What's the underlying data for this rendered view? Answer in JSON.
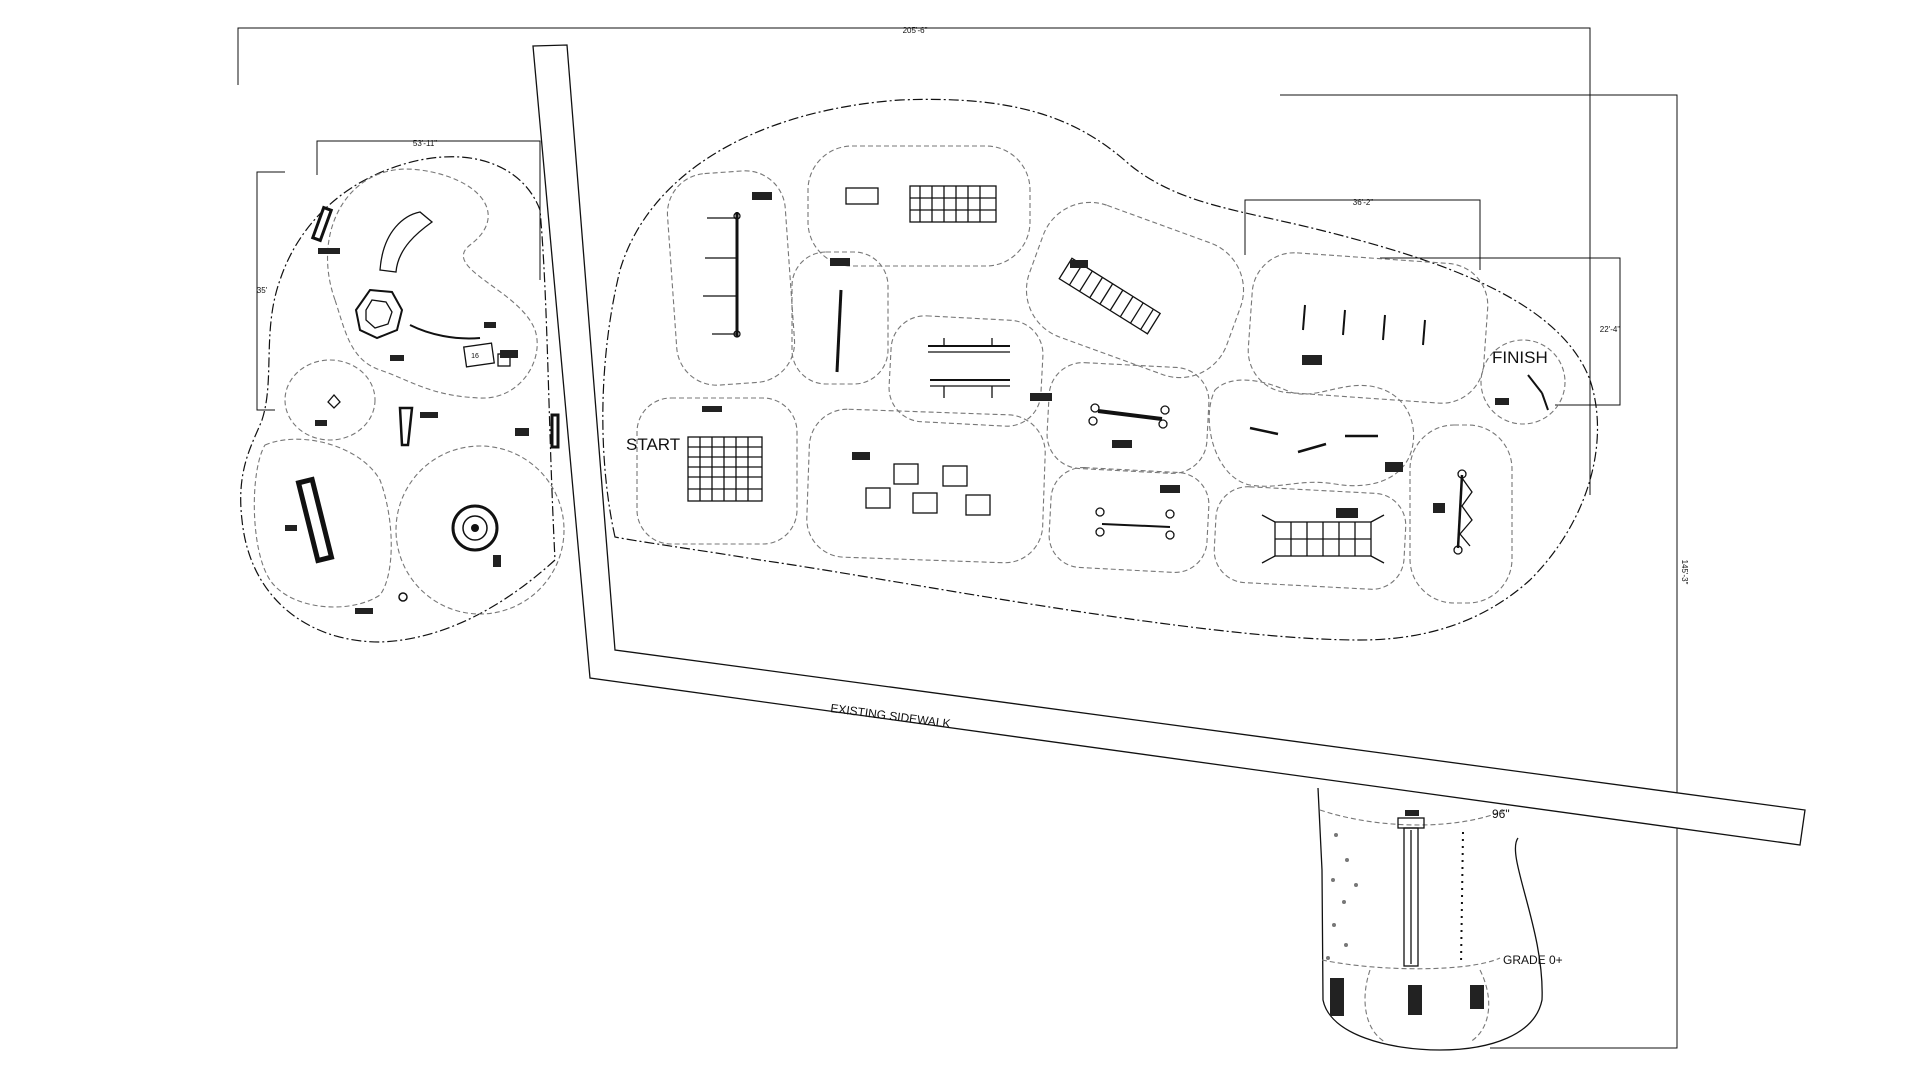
{
  "labels": {
    "start": "START",
    "finish": "FINISH",
    "existing_sidewalk": "EXISTING SIDEWALK",
    "grade": "GRADE 0+",
    "height_96": "96\"",
    "slide_platform_number": "16"
  },
  "dimensions": {
    "top_overall": "205'-6\"",
    "right_overall": "145'-3\"",
    "play_top": "53'-11\"",
    "play_left": "35'",
    "course_top": "36'-2\"",
    "course_right": "22'-4\""
  }
}
